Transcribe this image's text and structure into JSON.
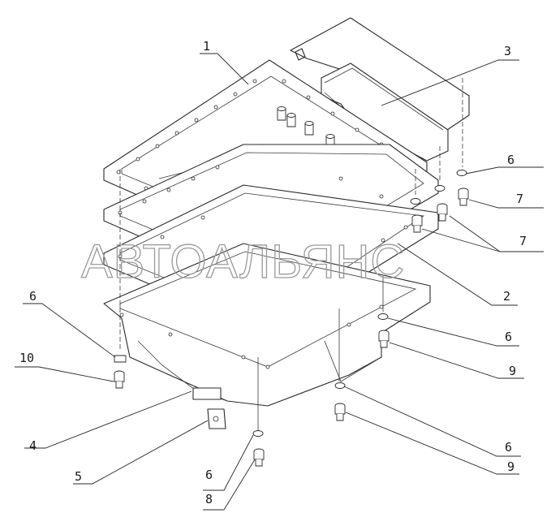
{
  "watermark": "АВТОАЛЬЯНС",
  "callouts": [
    {
      "id": "c1",
      "label": "1"
    },
    {
      "id": "c3",
      "label": "3"
    },
    {
      "id": "c6a",
      "label": "6"
    },
    {
      "id": "c7a",
      "label": "7"
    },
    {
      "id": "c7b",
      "label": "7"
    },
    {
      "id": "c2",
      "label": "2"
    },
    {
      "id": "c6b",
      "label": "6"
    },
    {
      "id": "c10",
      "label": "10"
    },
    {
      "id": "c6c",
      "label": "6"
    },
    {
      "id": "c9a",
      "label": "9"
    },
    {
      "id": "c4",
      "label": "4"
    },
    {
      "id": "c5",
      "label": "5"
    },
    {
      "id": "c6d",
      "label": "6"
    },
    {
      "id": "c9b",
      "label": "9"
    },
    {
      "id": "c6e",
      "label": "6"
    },
    {
      "id": "c8",
      "label": "8"
    }
  ]
}
